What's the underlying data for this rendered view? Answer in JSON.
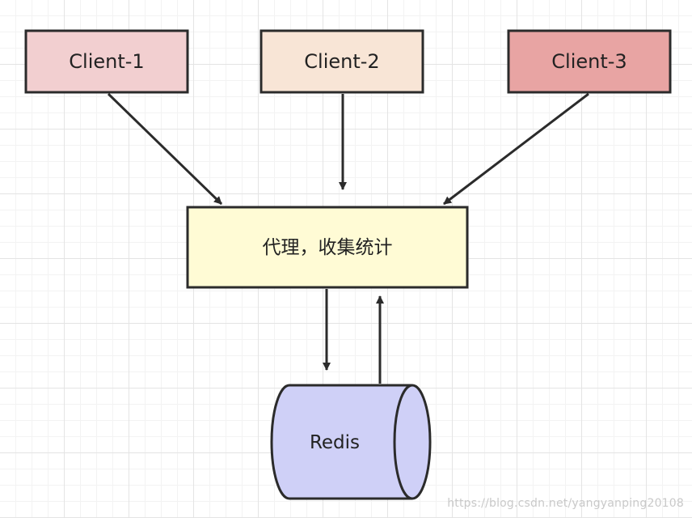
{
  "nodes": {
    "client1": {
      "label": "Client-1",
      "fill": "#f2cfd0"
    },
    "client2": {
      "label": "Client-2",
      "fill": "#f8e5d6"
    },
    "client3": {
      "label": "Client-3",
      "fill": "#e8a4a3"
    },
    "proxy": {
      "label": "代理，收集统计",
      "fill": "#fffbd5"
    },
    "redis": {
      "label": "Redis",
      "fill": "#cfd0f7"
    }
  },
  "colors": {
    "stroke": "#2b2b2b",
    "grid": "#e4e4e4"
  },
  "watermark": "https://blog.csdn.net/yangyanping20108"
}
